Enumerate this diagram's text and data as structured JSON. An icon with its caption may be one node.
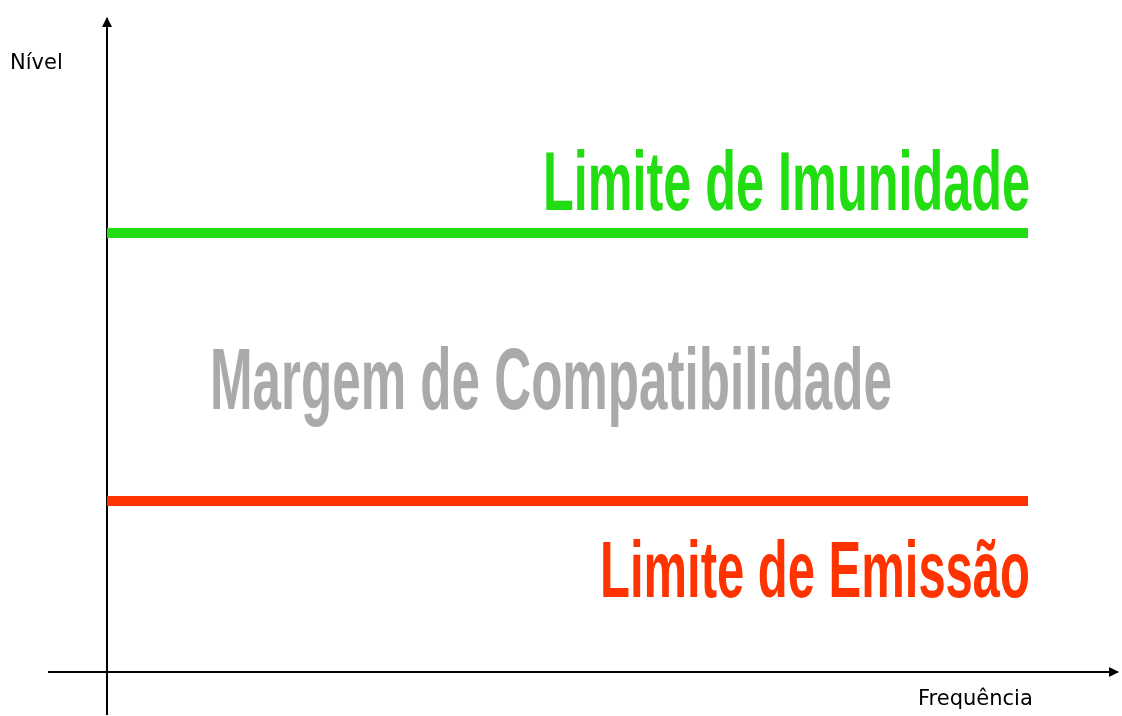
{
  "diagram": {
    "labels": [
      "Nível",
      "Limite de Imunidade",
      "Margem de Compatibilidade",
      "Limite de Emissão",
      "Frequência"
    ]
  }
}
